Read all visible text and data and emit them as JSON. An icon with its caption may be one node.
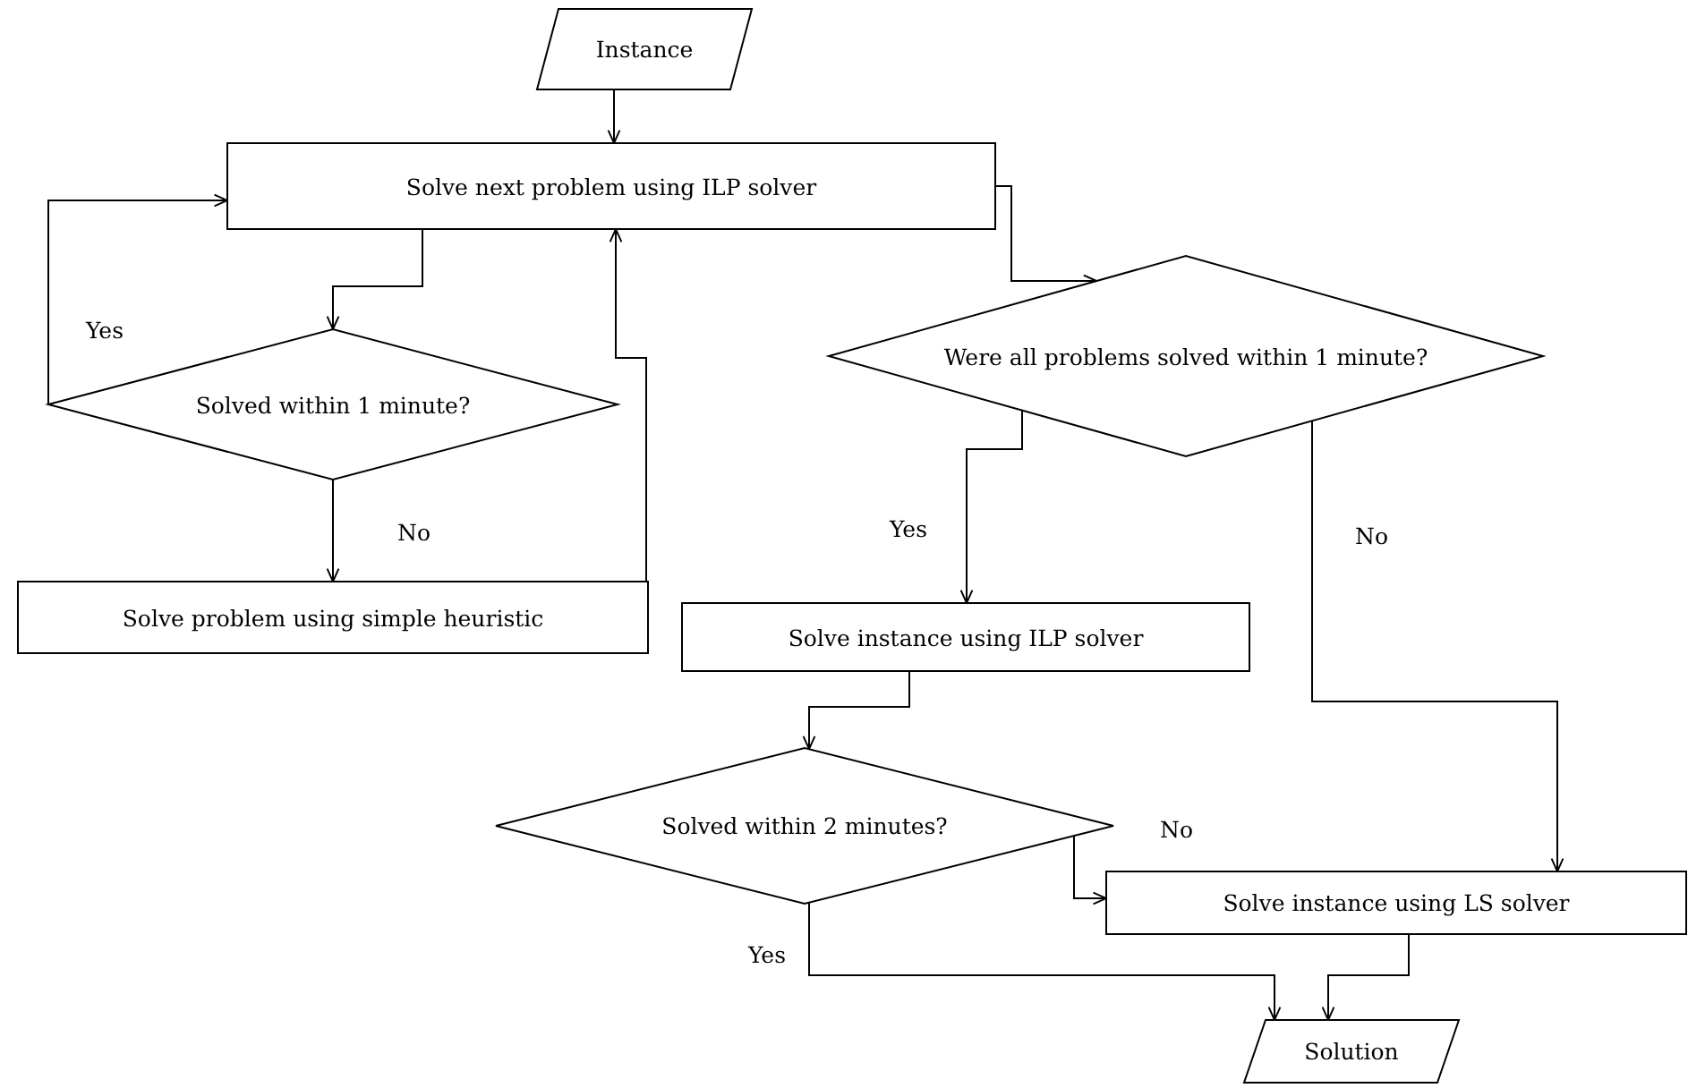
{
  "diagram": {
    "nodes": [
      {
        "text": [
          "Instance"
        ]
      },
      {
        "text": [
          "Solve next problem using ILP solver"
        ]
      },
      {
        "text": [
          "Solved within 1 minute?"
        ]
      },
      {
        "text": [
          "Solve problem using simple heuristic"
        ]
      },
      {
        "text": [
          "Were all problems solved within 1 minute?"
        ]
      },
      {
        "text": [
          "Solve instance using ILP solver"
        ]
      },
      {
        "text": [
          "Solved within 2 minutes?"
        ]
      },
      {
        "text": [
          "Solve instance using LS solver"
        ]
      },
      {
        "text": [
          "Solution"
        ]
      }
    ],
    "edges": [
      {
        "from": 0,
        "to": 1,
        "arrow": "to"
      },
      {
        "from": 1,
        "to": 2,
        "arrow": "to"
      },
      {
        "from": 2,
        "to": 1,
        "arrow": "to",
        "label": "Yes"
      },
      {
        "from": 2,
        "to": 3,
        "arrow": "to",
        "label": "No"
      },
      {
        "from": 3,
        "to": 1,
        "arrow": "to"
      },
      {
        "from": 1,
        "to": 4,
        "arrow": "to"
      },
      {
        "from": 4,
        "to": 5,
        "arrow": "to",
        "label": "Yes"
      },
      {
        "from": 4,
        "to": 7,
        "arrow": "to",
        "label": "No"
      },
      {
        "from": 5,
        "to": 6,
        "arrow": "to"
      },
      {
        "from": 6,
        "to": 7,
        "arrow": "to",
        "label": "No"
      },
      {
        "from": 6,
        "to": 8,
        "arrow": "to",
        "label": "Yes"
      },
      {
        "from": 7,
        "to": 8,
        "arrow": "to"
      }
    ]
  }
}
